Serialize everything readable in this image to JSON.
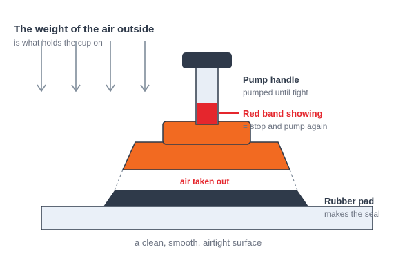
{
  "labels": {
    "title": "The weight of the air outside",
    "subtitle": "is what holds the cup on",
    "pump_handle": "Pump handle",
    "pump_handle_sub": "pumped until tight",
    "red_band": "Red band showing",
    "red_band_sub": "= stop and pump again",
    "air_removed": "air taken out",
    "rubber_pad": "Rubber pad",
    "rubber_pad_sub": "makes the seal",
    "surface": "a clean, smooth, airtight surface"
  },
  "colors": {
    "orange": "#f26a21",
    "dark": "#2f3a4a",
    "red": "#e5262d",
    "plunger": "#e8eef6",
    "surface": "#eaf0f8",
    "arrow": "#7f8c9a",
    "text_dark": "#2f3a4a",
    "text_grey": "#6b7280"
  },
  "arrow_count": 4
}
